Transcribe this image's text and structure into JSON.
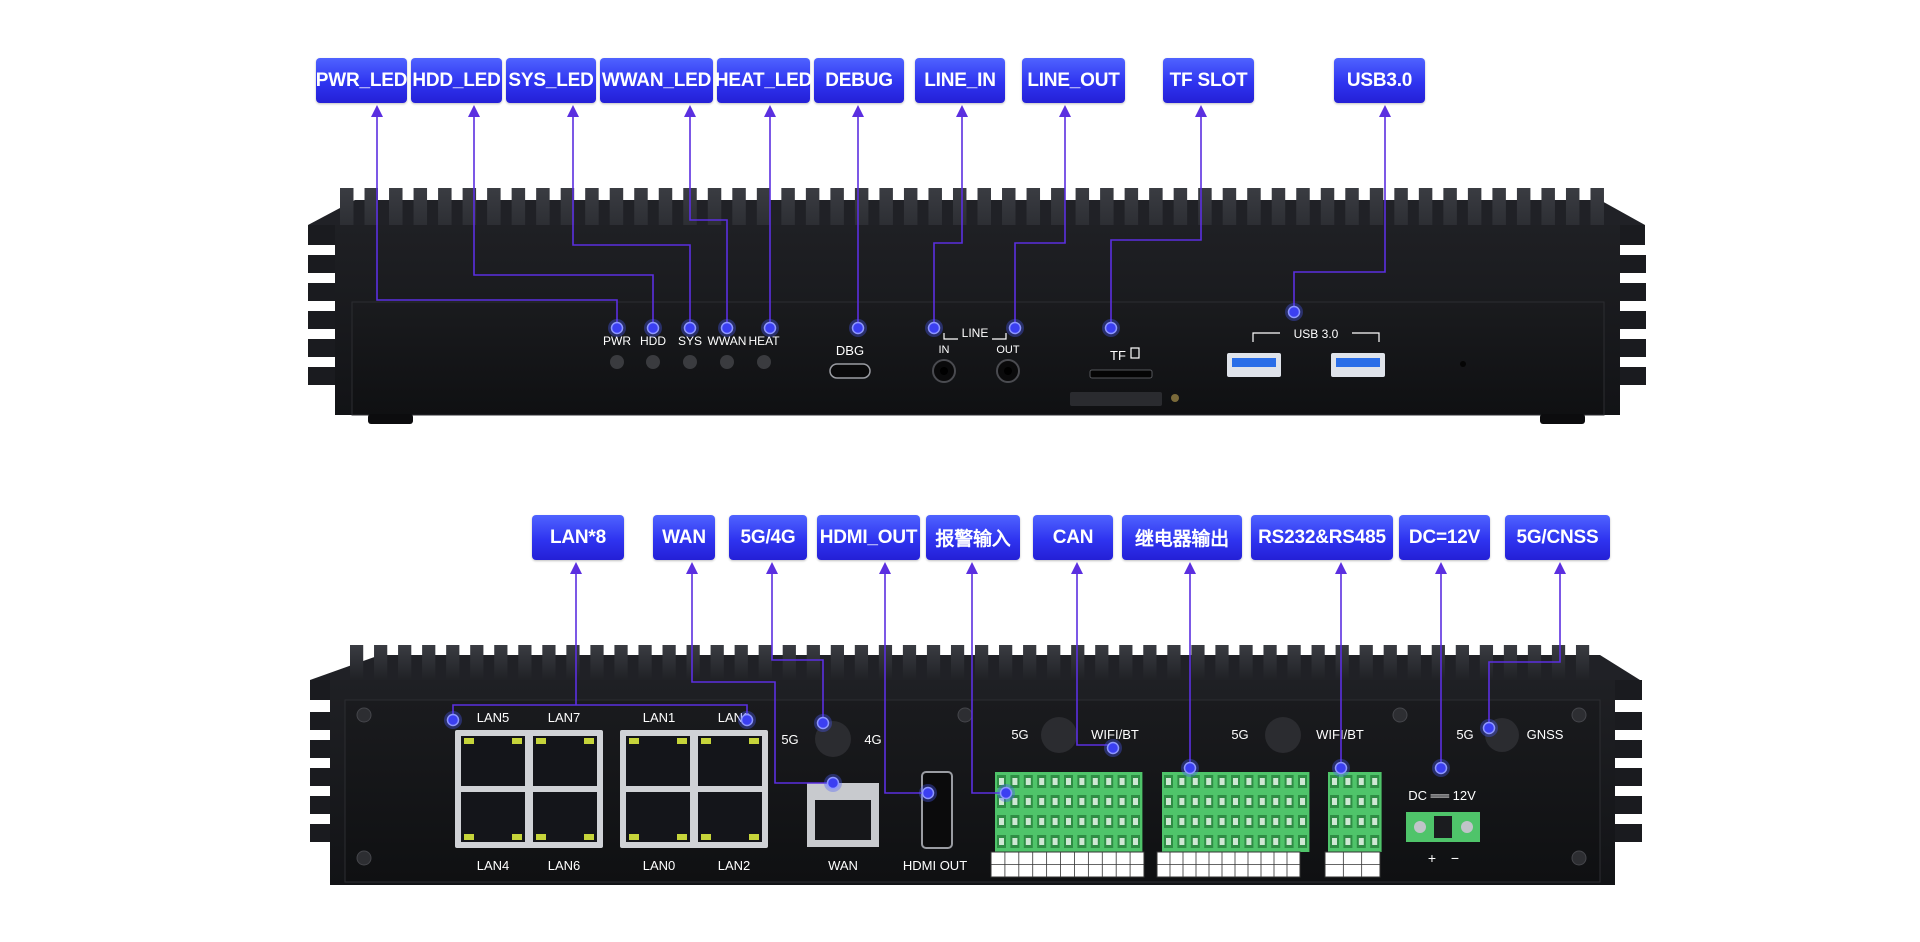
{
  "front_panel": {
    "callouts": {
      "pwr_led": "PWR_LED",
      "hdd_led": "HDD_LED",
      "sys_led": "SYS_LED",
      "wwan_led": "WWAN_LED",
      "heat_led": "HEAT_LED",
      "debug": "DEBUG",
      "line_in": "LINE_IN",
      "line_out": "LINE_OUT",
      "tf_slot": "TF SLOT",
      "usb30": "USB3.0"
    },
    "silkscreen": {
      "pwr": "PWR",
      "hdd": "HDD",
      "sys": "SYS",
      "wwan": "WWAN",
      "heat": "HEAT",
      "dbg": "DBG",
      "line": "LINE",
      "in": "IN",
      "out": "OUT",
      "tf": "TF",
      "usb": "USB 3.0"
    }
  },
  "rear_panel": {
    "callouts": {
      "lan8": "LAN*8",
      "wan": "WAN",
      "g5g4": "5G/4G",
      "hdmi_out": "HDMI_OUT",
      "alarm_input": "报警输入",
      "can": "CAN",
      "relay_output": "继电器输出",
      "rs232_rs485": "RS232&RS485",
      "dc12v": "DC=12V",
      "gnss": "5G/CNSS"
    },
    "silkscreen": {
      "lan5": "LAN5",
      "lan7": "LAN7",
      "lan1": "LAN1",
      "lan3": "LAN3",
      "lan4": "LAN4",
      "lan6": "LAN6",
      "lan0": "LAN0",
      "lan2": "LAN2",
      "ant_5g_a": "5G",
      "ant_4g": "4G",
      "wan": "WAN",
      "hdmi_out": "HDMI OUT",
      "ant_5g_b": "5G",
      "wifi_bt_a": "WIFI/BT",
      "ant_5g_c": "5G",
      "wifi_bt_b": "WIFI/BT",
      "ant_5g_d": "5G",
      "gnss": "GNSS",
      "dc": "DC ══ 12V",
      "plus": "+",
      "minus": "−"
    }
  },
  "colors": {
    "callout_top": "#4f63ff",
    "callout_bottom": "#2420d6",
    "leader_line": "#5b2fe0",
    "chassis": "#17181b",
    "terminal_green": "#4fc46a"
  }
}
